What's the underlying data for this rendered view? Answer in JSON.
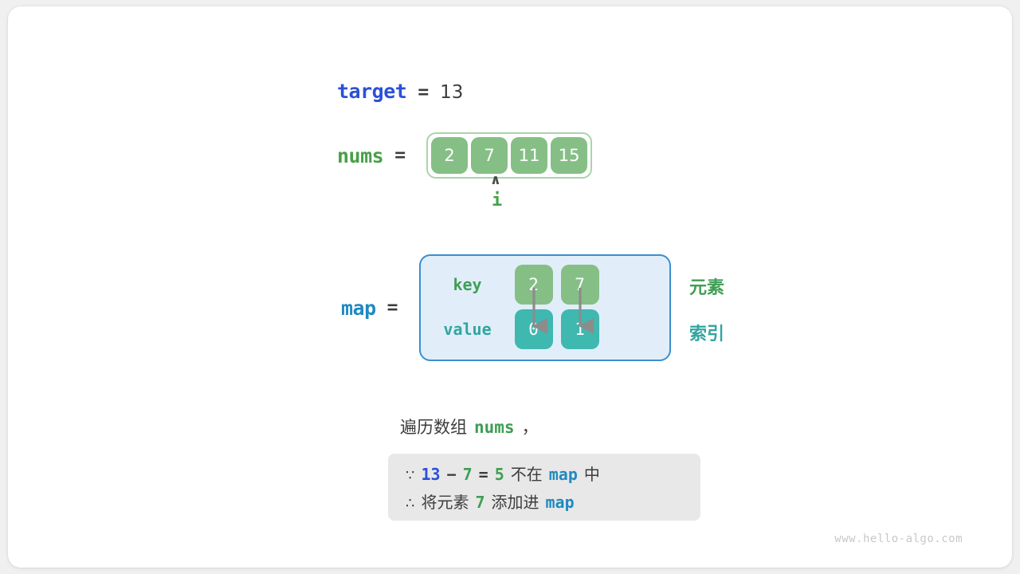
{
  "target": {
    "label": "target",
    "equals": "=",
    "value": "13"
  },
  "nums": {
    "label": "nums",
    "equals": "=",
    "cells": [
      "2",
      "7",
      "11",
      "15"
    ],
    "pointer": {
      "caret": "∧",
      "label": "i",
      "index": 1
    }
  },
  "map": {
    "label": "map",
    "equals": "=",
    "key_row_label": "key",
    "value_row_label": "value",
    "keys": [
      "2",
      "7"
    ],
    "values": [
      "0",
      "1"
    ],
    "side_labels": {
      "element": "元素",
      "index": "索引"
    }
  },
  "caption": {
    "prefix": "遍历数组",
    "code": "nums",
    "suffix": "，"
  },
  "note": {
    "line1": {
      "symbol": "∵",
      "a": "13",
      "minus": "−",
      "b": "7",
      "eq": "=",
      "result": "5",
      "text_mid": "不在",
      "map": "map",
      "text_end": "中"
    },
    "line2": {
      "symbol": "∴",
      "text_start": "将元素",
      "value": "7",
      "text_mid": "添加进",
      "map": "map"
    }
  },
  "watermark": "www.hello-algo.com",
  "colors": {
    "target_blue": "#2b50d8",
    "nums_green": "#48a048",
    "map_blue": "#1f8ac0",
    "cell_green": "#86bf86",
    "cell_teal": "#3fb8b0",
    "map_box_fill": "#e1eef9",
    "note_box_fill": "#e8e8e8",
    "arrow_gray": "#8c8c8c"
  }
}
